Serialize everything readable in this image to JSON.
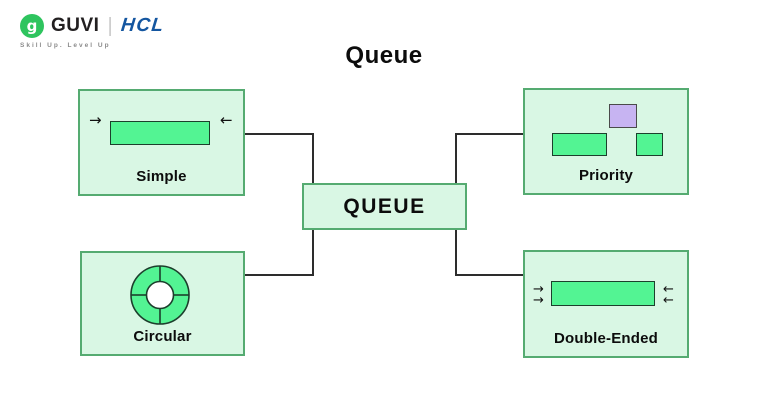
{
  "brand": {
    "logo_glyph": "g",
    "guvi": "GUVI",
    "divider": "|",
    "hcl": "HCL",
    "tagline": "Skill Up. Level Up"
  },
  "title": "Queue",
  "center": {
    "label": "QUEUE"
  },
  "nodes": [
    {
      "id": "simple",
      "label": "Simple"
    },
    {
      "id": "priority",
      "label": "Priority"
    },
    {
      "id": "circular",
      "label": "Circular"
    },
    {
      "id": "double-ended",
      "label": "Double-Ended"
    }
  ],
  "icons": {
    "arrow_right": "→",
    "arrow_left": "←"
  },
  "colors": {
    "box_fill": "#d9f7e4",
    "box_border": "#55ab71",
    "cell_green": "#53f493",
    "cell_border": "#1c3f2c",
    "priority_cell_purple": "#c7b4f2",
    "connector": "#2d2d2d",
    "guvi_green": "#2ec45e",
    "hcl_blue": "#1456a0",
    "tagline_gray": "#8b8b8b"
  }
}
